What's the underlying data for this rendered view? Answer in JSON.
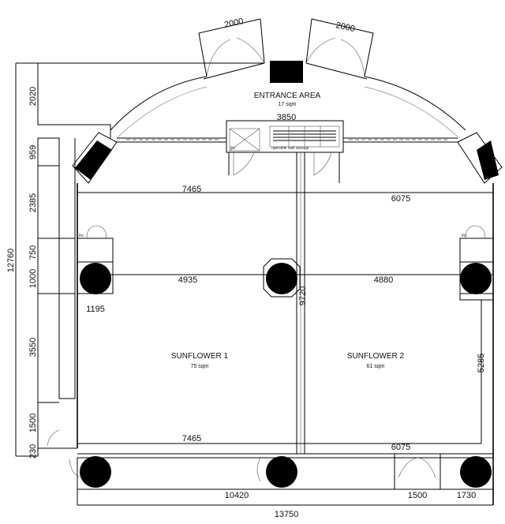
{
  "rooms": {
    "entrance": {
      "name": "ENTRANCE AREA",
      "area": "17 sqm"
    },
    "sunflower1": {
      "name": "SUNFLOWER 1",
      "area": "75 sqm"
    },
    "sunflower2": {
      "name": "SUNFLOWER 2",
      "area": "61 sqm"
    }
  },
  "dimensions": {
    "door_left": "2000",
    "door_right": "2000",
    "entrance_width": "3850",
    "top_left_width": "7465",
    "top_right_width": "6075",
    "mid_left_width": "4935",
    "mid_right_width": "4880",
    "pillar_width": "1195",
    "partition_length": "9720",
    "right_height": "5285",
    "bottom_left_width": "7465",
    "bottom_right_width": "6075",
    "base_left": "10420",
    "base_mid": "1500",
    "base_right": "1730",
    "overall_width": "13750",
    "overall_height": "12760",
    "left_2020": "2020",
    "left_959": "959",
    "left_2385": "2385",
    "left_750": "750",
    "left_1000": "1000",
    "left_3550": "3550",
    "left_1500": "1500",
    "left_230": "230"
  },
  "labels": {
    "operable_wall": "operable wall storage",
    "thc": "thc"
  }
}
